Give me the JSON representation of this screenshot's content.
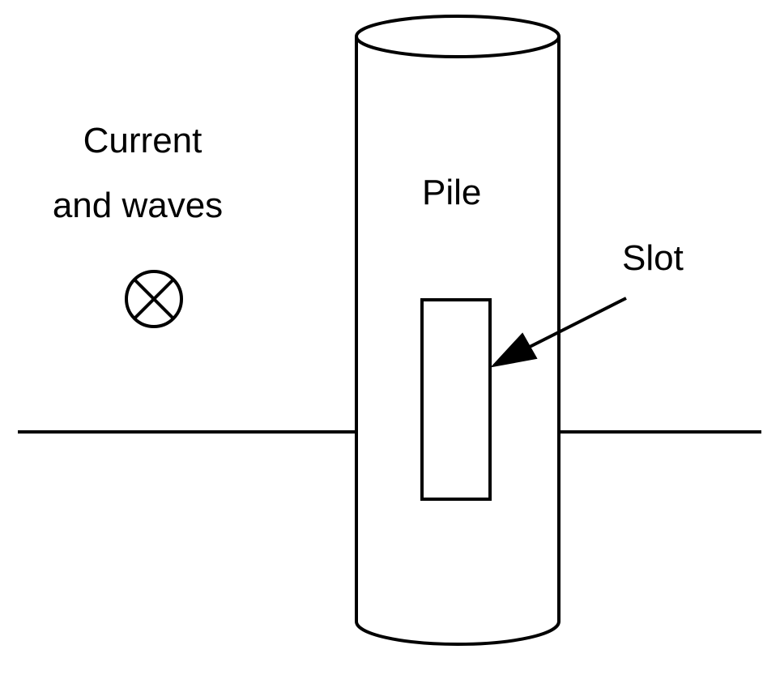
{
  "labels": {
    "flow_line1": "Current",
    "flow_line2": "and waves",
    "pile": "Pile",
    "slot": "Slot"
  },
  "icons": {
    "flow_direction": "into-page-cross-circle-icon"
  },
  "colors": {
    "stroke": "#000000",
    "background": "#ffffff"
  }
}
